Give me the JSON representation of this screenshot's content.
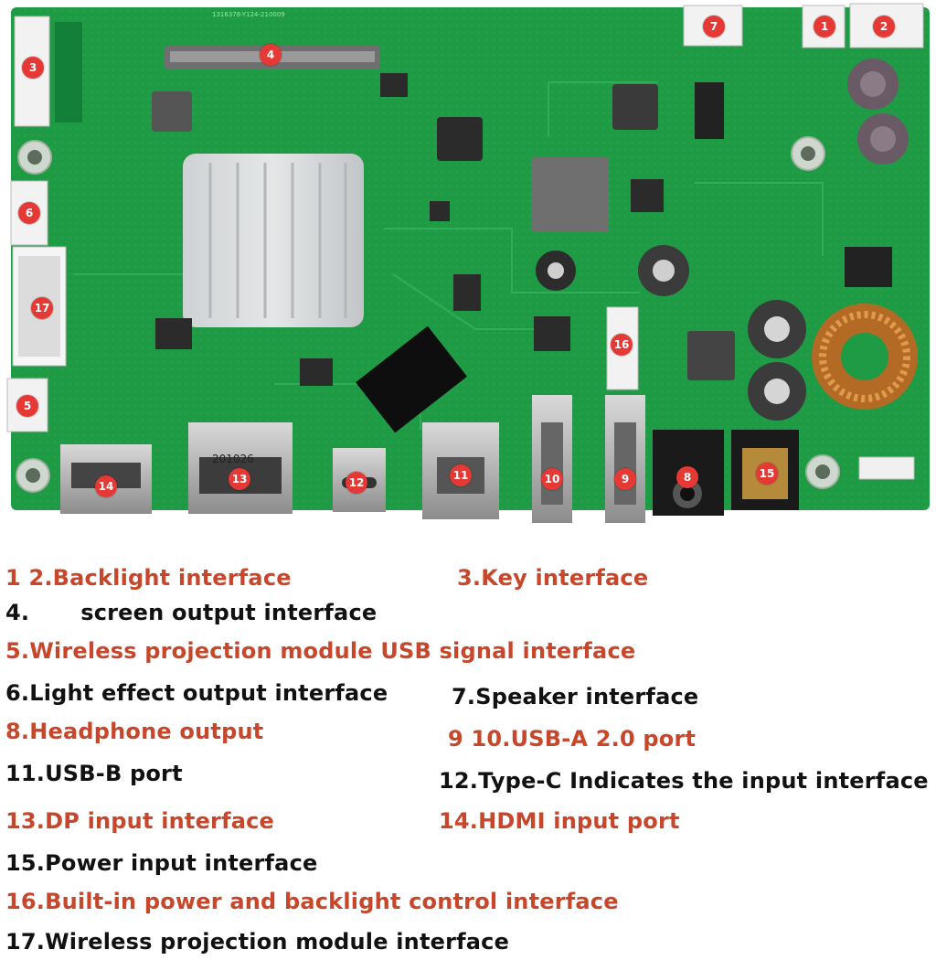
{
  "markers": [
    "1",
    "2",
    "3",
    "4",
    "5",
    "6",
    "7",
    "8",
    "9",
    "10",
    "11",
    "12",
    "13",
    "14",
    "15",
    "16",
    "17"
  ],
  "board_text": {
    "chip_marking": "201026",
    "pcb_code": "1316378-Y124-210009"
  },
  "legend": {
    "item_1_2": "1 2.Backlight interface",
    "item_3": "3.Key interface",
    "item_4_prefix": "4.",
    "item_4_suffix": "screen output interface",
    "item_5": "5.Wireless projection module USB signal interface",
    "item_6": "6.Light effect output interface",
    "item_7": "7.Speaker interface",
    "item_8": "8.Headphone output",
    "item_9_10": "9 10.USB-A 2.0 port",
    "item_11": "11.USB-B port",
    "item_12": "12.Type-C Indicates the input interface",
    "item_13": "13.DP input interface",
    "item_14": "14.HDMI input port",
    "item_15": "15.Power input interface",
    "item_16": "16.Built-in power and backlight control interface",
    "item_17": "17.Wireless projection module interface"
  },
  "colors": {
    "pcb_green": "#1f9a45",
    "marker_red": "#e53935",
    "label_red": "#c8462a",
    "label_black": "#111111"
  }
}
